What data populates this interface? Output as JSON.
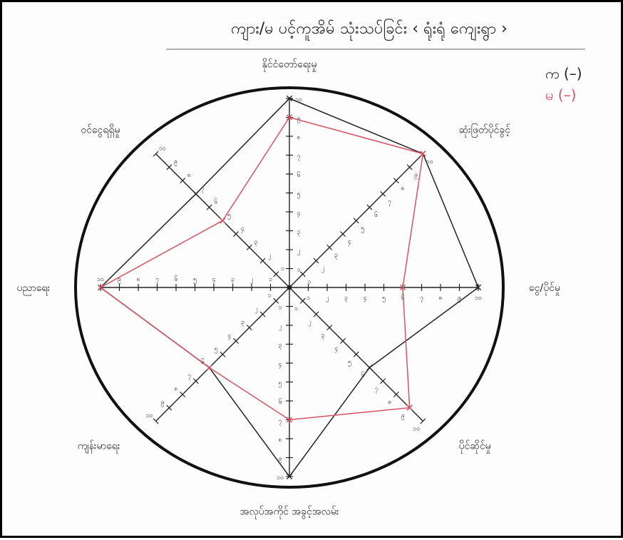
{
  "title": "ကျား/မ ပင့်ကူအိမ် သုံးသပ်ခြင်း ‹ ရုံးရုံ ကျေးရွာ ›",
  "legend": [
    {
      "label": "က (–)",
      "color": "#222222"
    },
    {
      "label": "မ (–)",
      "color": "#d8535f"
    }
  ],
  "chart_data": {
    "type": "radar",
    "title": "ကျား/မ ပင့်ကူအိမ် သုံးသပ်ခြင်း ‹ ရုံးရုံ ကျေးရွာ ›",
    "axes": [
      "နိုင်ငံတော်ရေးမှု",
      "ဆုံးဖြတ်ပိုင်ခွင့်",
      "ငွေ/ပိုင်မှု",
      "ပိုင်ဆိုင်မှု",
      "အလုပ်အကိုင် အခွင့်အလမ်း",
      "ကျန်းမာရေး",
      "ပညာရေး",
      "ဝင်ငွေရရှိမှု"
    ],
    "rlim": [
      0,
      10
    ],
    "ticks": [
      "၁",
      "၂",
      "၃",
      "၄",
      "၅",
      "၆",
      "၇",
      "၈",
      "၉",
      "၁၀"
    ],
    "series": [
      {
        "name": "က (–)",
        "color": "#222222",
        "values": [
          10,
          10,
          10,
          6,
          10,
          6,
          10,
          7
        ]
      },
      {
        "name": "မ (–)",
        "color": "#d8535f",
        "values": [
          9,
          10,
          6,
          9,
          7,
          6,
          10,
          5
        ]
      }
    ]
  }
}
